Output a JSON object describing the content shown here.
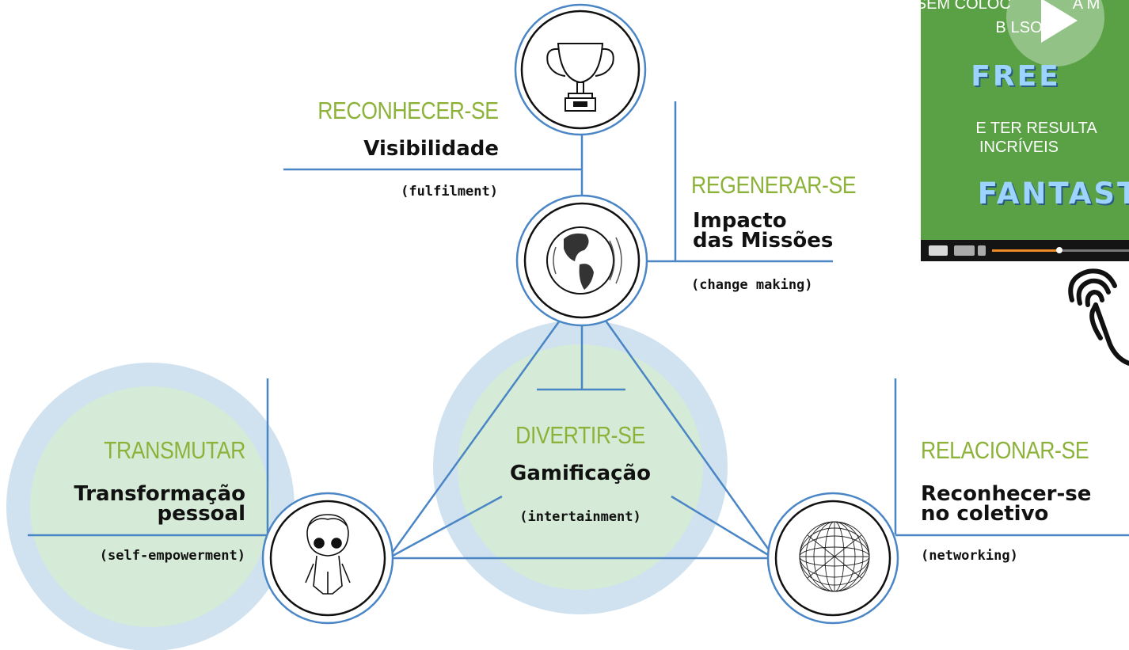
{
  "diagram": {
    "nodes": {
      "reconhecer": {
        "heading": "RECONHECER-SE",
        "title": "Visibilidade",
        "subtitle": "(fulfilment)",
        "icon": "trophy-icon"
      },
      "regenerar": {
        "heading": "REGENERAR-SE",
        "title_line1": "Impacto",
        "title_line2": "das Missões",
        "subtitle": "(change making)",
        "icon": "globe-icon"
      },
      "divertir": {
        "heading": "DIVERTIR-SE",
        "title": "Gamificação",
        "subtitle": "(intertainment)"
      },
      "transmutar": {
        "heading": "TRANSMUTAR",
        "title_line1": "Transformação",
        "title_line2": "pessoal",
        "subtitle": "(self-empowerment)",
        "icon": "character-icon"
      },
      "relacionar": {
        "heading": "RELACIONAR-SE",
        "title_line1": "Reconhecer-se",
        "title_line2": "no coletivo",
        "subtitle": "(networking)",
        "icon": "network-sphere-icon"
      }
    },
    "colors": {
      "heading": "#8cb23a",
      "line": "#4a86c5",
      "bubble_outer": "#d0e2ef",
      "bubble_inner": "#d5ebd7"
    }
  },
  "video": {
    "line1": "SEM COLOC",
    "line1b": "A M",
    "line2": "B",
    "line2b": "LSO",
    "big1": "FREE",
    "line3": "E TER RESULTA",
    "line4": "INCRÍVEIS",
    "big2": "FANTAST",
    "colors": {
      "background": "#5aa146",
      "accent_text": "#9cd4ff",
      "progress": "#f08a24"
    },
    "progress": 0.5,
    "icons": [
      "play-icon",
      "pointer-hand-icon"
    ]
  }
}
